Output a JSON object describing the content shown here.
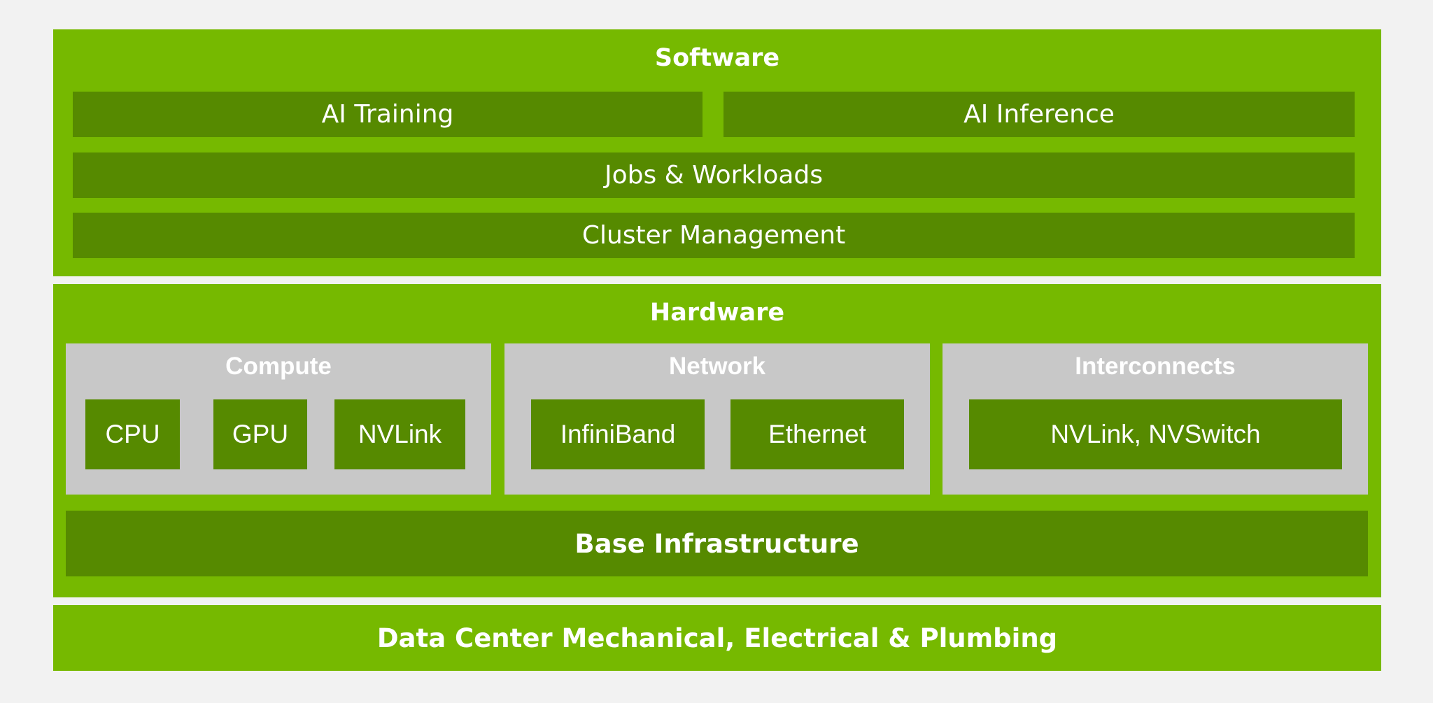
{
  "software": {
    "title": "Software",
    "ai_training": "AI Training",
    "ai_inference": "AI Inference",
    "jobs_workloads": "Jobs & Workloads",
    "cluster_management": "Cluster Management"
  },
  "hardware": {
    "title": "Hardware",
    "compute": {
      "title": "Compute",
      "items": [
        "CPU",
        "GPU",
        "NVLink"
      ]
    },
    "network": {
      "title": "Network",
      "items": [
        "InfiniBand",
        "Ethernet"
      ]
    },
    "interconnects": {
      "title": "Interconnects",
      "items": [
        "NVLink, NVSwitch"
      ]
    },
    "base": "Base Infrastructure"
  },
  "data_center": {
    "label": "Data Center Mechanical, Electrical & Plumbing"
  },
  "colors": {
    "layer_green": "#76b900",
    "band_green": "#568a00",
    "group_gray": "#c8c8c8",
    "background": "#f2f2f2"
  }
}
